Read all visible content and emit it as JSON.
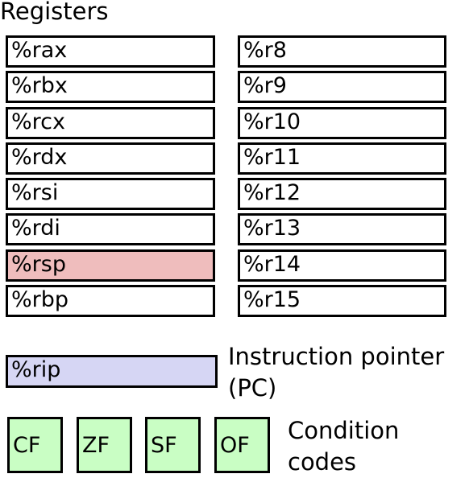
{
  "title": "Registers",
  "registers_left": [
    "%rax",
    "%rbx",
    "%rcx",
    "%rdx",
    "%rsi",
    "%rdi",
    "%rsp",
    "%rbp"
  ],
  "registers_right": [
    "%r8",
    "%r9",
    "%r10",
    "%r11",
    "%r12",
    "%r13",
    "%r14",
    "%r15"
  ],
  "instruction_pointer": {
    "register": "%rip",
    "label_line1": "Instruction pointer",
    "label_line2": "(PC)"
  },
  "condition_codes": {
    "flags": [
      "CF",
      "ZF",
      "SF",
      "OF"
    ],
    "label_line1": "Condition",
    "label_line2": "codes"
  },
  "colors": {
    "rsp_fill": "#efbdbd",
    "rip_fill": "#d6d6f4",
    "flag_fill": "#c9fec4"
  }
}
